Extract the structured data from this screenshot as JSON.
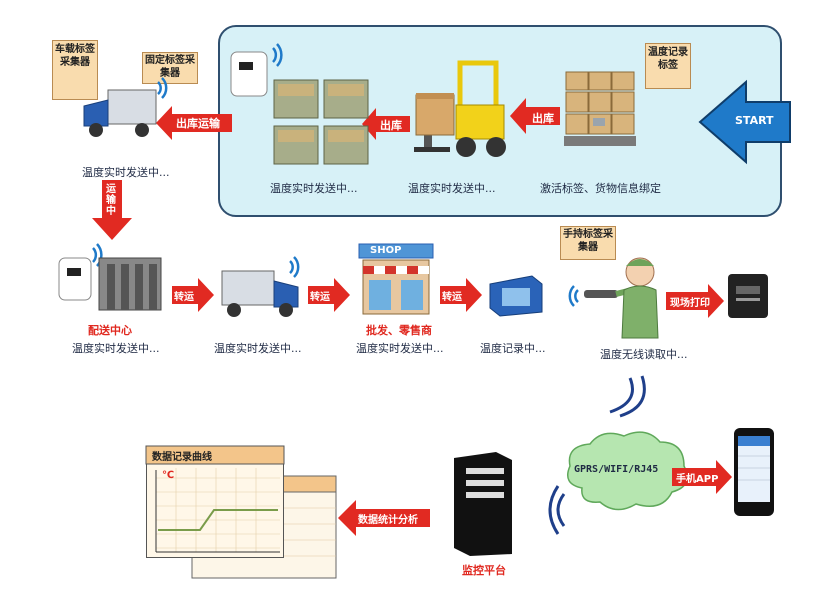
{
  "top_panel": {
    "start_label": "START",
    "tag_callout": "温度记录标签",
    "step1_caption": "激活标签、货物信息绑定",
    "arrow_out_storage": "出库",
    "step2_caption": "温度实时发送中...",
    "arrow_out_storage2": "出库",
    "step3_caption": "温度实时发送中...",
    "fixed_reader_callout": "固定标签采集器"
  },
  "left_column": {
    "vehicle_reader_callout": "车载标签采集器",
    "arrow_outbound_transport": "出库运输",
    "truck1_caption": "温度实时发送中...",
    "arrow_transport": "运输中"
  },
  "middle_row": {
    "dc_title": "配送中心",
    "dc_caption": "温度实时发送中...",
    "arrow_transfer1": "转运",
    "truck2_caption": "温度实时发送中...",
    "arrow_transfer2": "转运",
    "shop_sign": "SHOP",
    "shop_title": "批发、零售商",
    "shop_caption": "温度实时发送中...",
    "arrow_transfer3": "转运",
    "recorder_caption": "温度记录中...",
    "handheld_callout": "手持标签采集器",
    "worker_caption": "温度无线读取中...",
    "arrow_print": "现场打印"
  },
  "bottom_row": {
    "chart_title": "数据记录曲线",
    "chart_unit": "℃",
    "arrow_analysis": "数据统计分析",
    "server_caption": "监控平台",
    "cloud_label": "GPRS/WIFI/RJ45",
    "arrow_app": "手机APP"
  },
  "colors": {
    "arrow_red": "#e12a22",
    "panel_fill": "#d7f1f7",
    "start_blue": "#1f7ac9",
    "callout_fill": "#f9dcae"
  }
}
